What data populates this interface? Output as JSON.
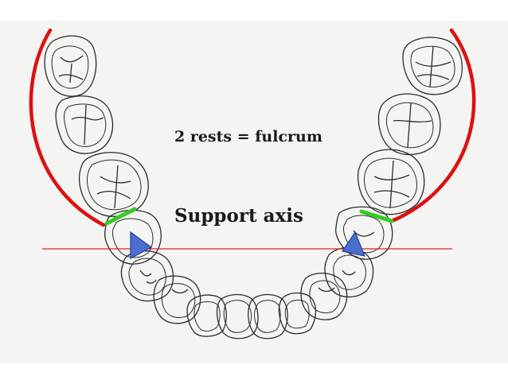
{
  "labels": {
    "rests": "2 rests = fulcrum",
    "axis": "Support axis"
  },
  "colors": {
    "paper": "#f4f4f2",
    "tooth_outline": "#2a2a2a",
    "arc": "#dd1111",
    "rest": "#33cc22",
    "axis_line": "#e0201a",
    "triangle_fill": "#4a6fd0",
    "triangle_stroke": "#1f3f9a"
  },
  "icons": {
    "rest_marker": "triangle",
    "saddle_arc": "red-arc"
  }
}
